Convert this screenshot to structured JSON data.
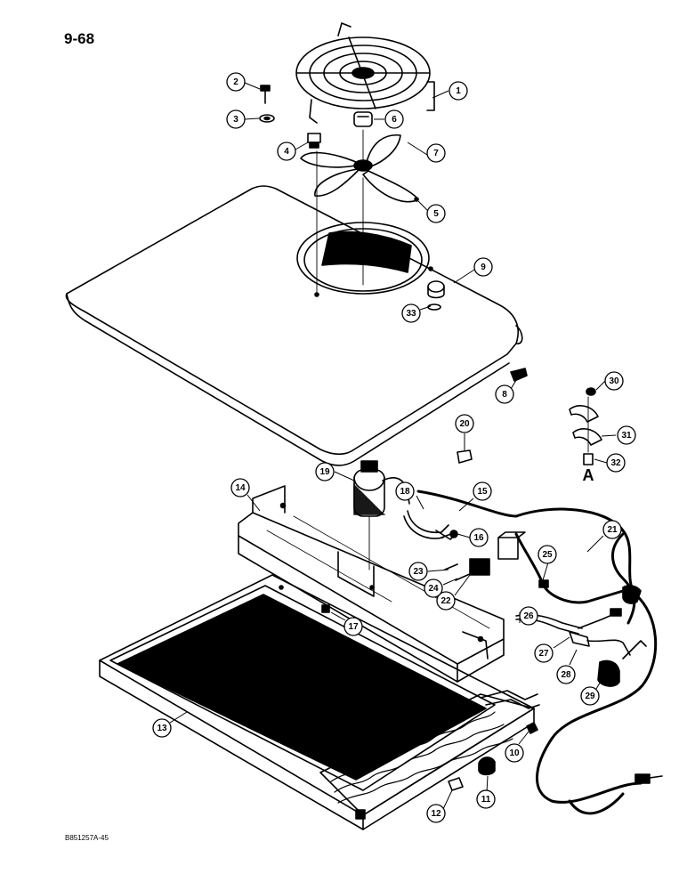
{
  "page_number": "9-68",
  "reference_code": "B851257A-45",
  "view_marker": "A",
  "callouts": [
    {
      "id": "c1",
      "label": "1"
    },
    {
      "id": "c2",
      "label": "2"
    },
    {
      "id": "c3",
      "label": "3"
    },
    {
      "id": "c4",
      "label": "4"
    },
    {
      "id": "c5",
      "label": "5"
    },
    {
      "id": "c6",
      "label": "6"
    },
    {
      "id": "c7",
      "label": "7"
    },
    {
      "id": "c8",
      "label": "8"
    },
    {
      "id": "c9",
      "label": "9"
    },
    {
      "id": "c10",
      "label": "10"
    },
    {
      "id": "c11",
      "label": "11"
    },
    {
      "id": "c12",
      "label": "12"
    },
    {
      "id": "c13",
      "label": "13"
    },
    {
      "id": "c14",
      "label": "14"
    },
    {
      "id": "c15",
      "label": "15"
    },
    {
      "id": "c16",
      "label": "16"
    },
    {
      "id": "c17",
      "label": "17"
    },
    {
      "id": "c18",
      "label": "18"
    },
    {
      "id": "c19",
      "label": "19"
    },
    {
      "id": "c20",
      "label": "20"
    },
    {
      "id": "c21",
      "label": "21"
    },
    {
      "id": "c22",
      "label": "22"
    },
    {
      "id": "c23",
      "label": "23"
    },
    {
      "id": "c24",
      "label": "24"
    },
    {
      "id": "c25",
      "label": "25"
    },
    {
      "id": "c26",
      "label": "26"
    },
    {
      "id": "c27",
      "label": "27"
    },
    {
      "id": "c28",
      "label": "28"
    },
    {
      "id": "c29",
      "label": "29"
    },
    {
      "id": "c30",
      "label": "30"
    },
    {
      "id": "c31",
      "label": "31"
    },
    {
      "id": "c32",
      "label": "32"
    },
    {
      "id": "c33",
      "label": "33"
    }
  ]
}
